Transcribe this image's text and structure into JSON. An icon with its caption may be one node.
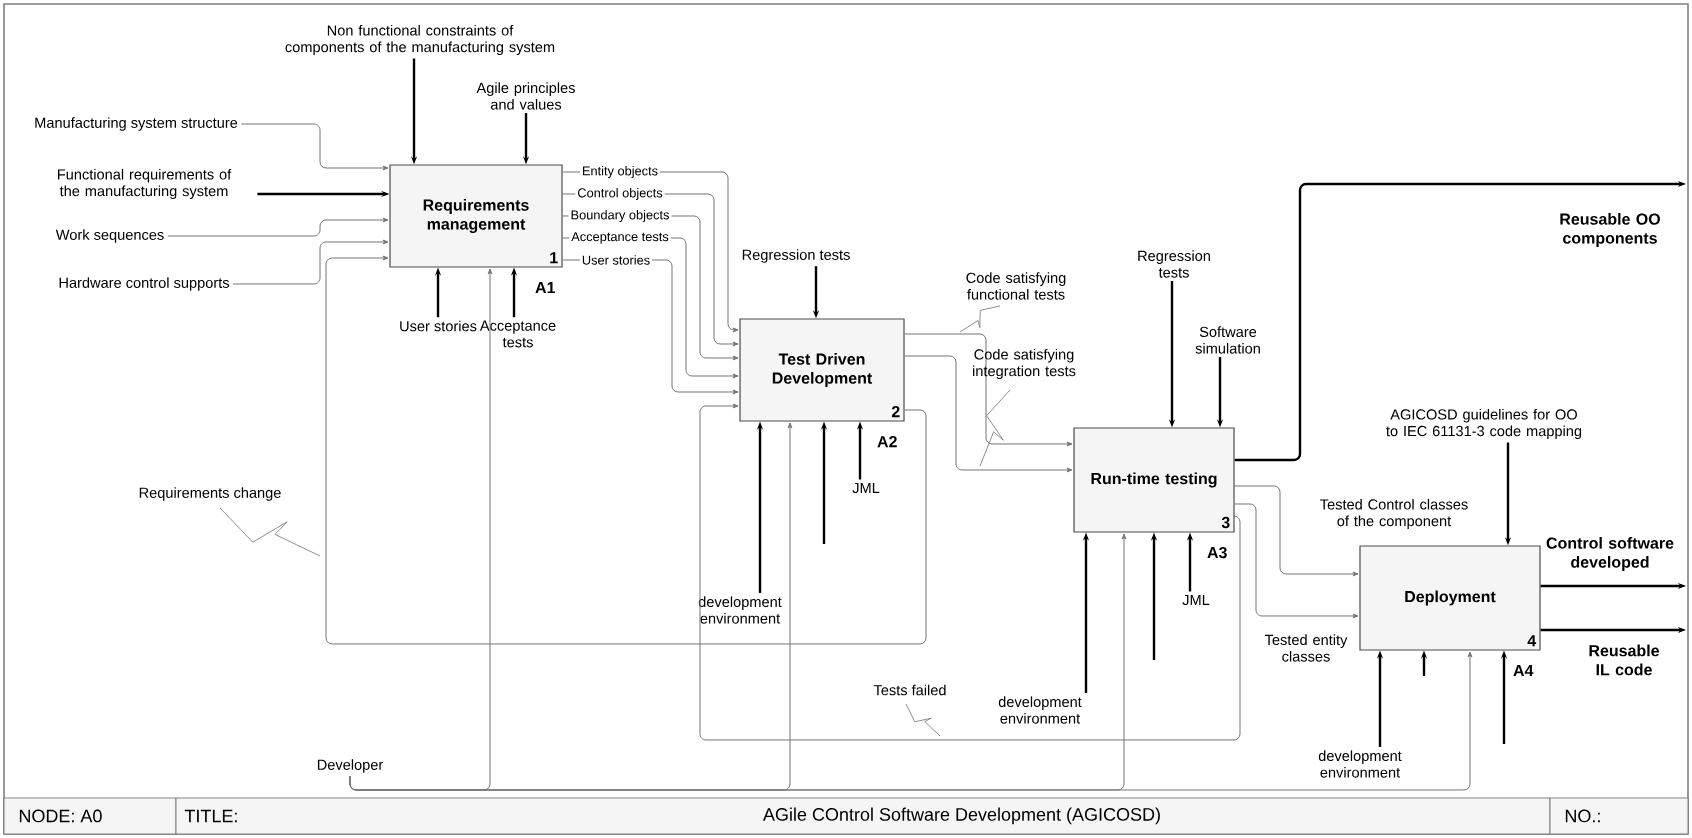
{
  "diagram": {
    "nodes": [
      {
        "text": [
          "Requirements management",
          "1"
        ],
        "beside": [
          "A1"
        ]
      },
      {
        "text": [
          "Test Driven Development",
          "2"
        ],
        "beside": [
          "A2"
        ]
      },
      {
        "text": [
          "Run-time testing",
          "3"
        ],
        "beside": [
          "A3"
        ]
      },
      {
        "text": [
          "Deployment",
          "4"
        ],
        "beside": [
          "A4"
        ]
      },
      {
        "text": [
          "Non functional constraints of components of the manufacturing system"
        ]
      },
      {
        "text": [
          "Agile principles and values"
        ]
      },
      {
        "text": [
          "Manufacturing system structure"
        ]
      },
      {
        "text": [
          "Functional requirements of the manufacturing system"
        ]
      },
      {
        "text": [
          "Work sequences"
        ]
      },
      {
        "text": [
          "Hardware control supports"
        ]
      },
      {
        "text": [
          "User stories"
        ]
      },
      {
        "text": [
          "Acceptance tests"
        ]
      },
      {
        "text": [
          "Regression tests"
        ]
      },
      {
        "text": [
          "development environment"
        ]
      },
      {
        "text": [
          "JML"
        ]
      },
      {
        "text": [
          "Regression tests"
        ]
      },
      {
        "text": [
          "Software simulation"
        ]
      },
      {
        "text": [
          "development environment"
        ]
      },
      {
        "text": [
          "JML"
        ]
      },
      {
        "text": [
          "AGICOSD guidelines for OO to IEC 61131-3 code mapping"
        ]
      },
      {
        "text": [
          "development environment"
        ]
      },
      {
        "text": [
          "Developer"
        ]
      }
    ],
    "edges": [
      {
        "from": 4,
        "to": 0,
        "arrow": "to"
      },
      {
        "from": 5,
        "to": 0,
        "arrow": "to"
      },
      {
        "from": 6,
        "to": 0,
        "arrow": "to",
        "color": "#737373"
      },
      {
        "from": 7,
        "to": 0,
        "arrow": "to"
      },
      {
        "from": 8,
        "to": 0,
        "arrow": "to",
        "color": "#737373"
      },
      {
        "from": 9,
        "to": 0,
        "arrow": "to",
        "color": "#737373"
      },
      {
        "from": 10,
        "to": 0,
        "arrow": "to"
      },
      {
        "from": 11,
        "to": 0,
        "arrow": "to"
      },
      {
        "from": 21,
        "to": 0,
        "arrow": "to",
        "color": "#737373"
      },
      {
        "from": 21,
        "to": 1,
        "arrow": "to",
        "color": "#737373"
      },
      {
        "from": 21,
        "to": 2,
        "arrow": "to",
        "color": "#737373"
      },
      {
        "from": 21,
        "to": 3,
        "arrow": "to",
        "color": "#737373"
      },
      {
        "from": 0,
        "to": 1,
        "arrow": "to",
        "label": "Entity objects",
        "color": "#737373"
      },
      {
        "from": 0,
        "to": 1,
        "arrow": "to",
        "label": "Control objects",
        "color": "#737373"
      },
      {
        "from": 0,
        "to": 1,
        "arrow": "to",
        "label": "Boundary objects",
        "color": "#737373"
      },
      {
        "from": 0,
        "to": 1,
        "arrow": "to",
        "label": "Acceptance tests",
        "color": "#737373"
      },
      {
        "from": 0,
        "to": 1,
        "arrow": "to",
        "label": "User stories",
        "color": "#737373"
      },
      {
        "from": 12,
        "to": 1,
        "arrow": "to"
      },
      {
        "from": 13,
        "to": 1,
        "arrow": "to"
      },
      {
        "from": null,
        "to": 1,
        "arrow": "to"
      },
      {
        "from": 14,
        "to": 1,
        "arrow": "to"
      },
      {
        "from": 1,
        "to": 0,
        "arrow": "to",
        "label": "Requirements change",
        "color": "#737373"
      },
      {
        "from": 1,
        "to": 2,
        "arrow": "to",
        "label": "Code satisfying functional tests",
        "color": "#737373"
      },
      {
        "from": 1,
        "to": 2,
        "arrow": "to",
        "label": "Code satisfying integration tests",
        "color": "#737373"
      },
      {
        "from": 15,
        "to": 2,
        "arrow": "to"
      },
      {
        "from": 16,
        "to": 2,
        "arrow": "to"
      },
      {
        "from": 17,
        "to": 2,
        "arrow": "to"
      },
      {
        "from": null,
        "to": 2,
        "arrow": "to"
      },
      {
        "from": 18,
        "to": 2,
        "arrow": "to"
      },
      {
        "from": 2,
        "to": 1,
        "arrow": "to",
        "label": "Tests failed",
        "color": "#737373"
      },
      {
        "from": 2,
        "to": null,
        "arrow": "to",
        "label": "Reusable OO components"
      },
      {
        "from": 2,
        "to": 3,
        "arrow": "to",
        "label": "Tested Control classes of the component",
        "color": "#737373"
      },
      {
        "from": 2,
        "to": 3,
        "arrow": "to",
        "label": "Tested entity classes",
        "color": "#737373"
      },
      {
        "from": 19,
        "to": 3,
        "arrow": "to"
      },
      {
        "from": 20,
        "to": 3,
        "arrow": "to"
      },
      {
        "from": null,
        "to": 3,
        "arrow": "to"
      },
      {
        "from": null,
        "to": 3,
        "arrow": "to"
      },
      {
        "from": 3,
        "to": null,
        "arrow": "to",
        "label": "Control software developed"
      },
      {
        "from": 3,
        "to": null,
        "arrow": "to",
        "label": "Reusable IL code"
      }
    ],
    "labels": [
      "NODE: A0",
      "TITLE:",
      "AGile COntrol Software Development  (AGICOSD)",
      "NO.:"
    ]
  }
}
